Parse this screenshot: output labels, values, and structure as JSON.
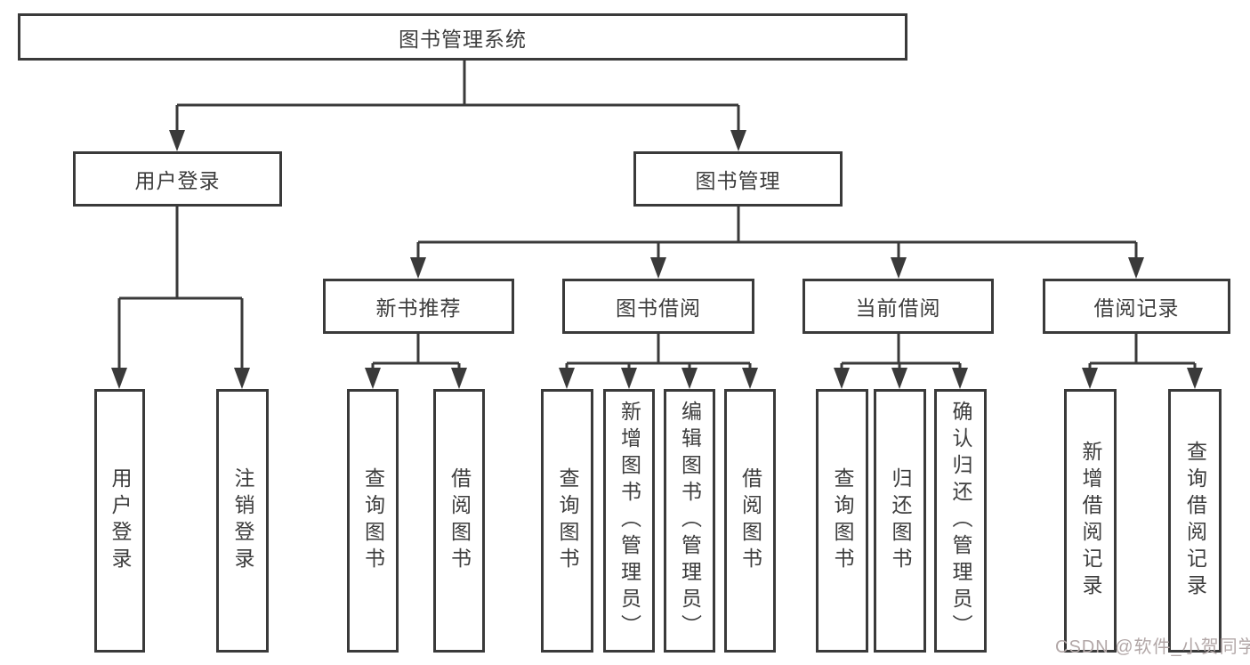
{
  "tree": {
    "label": "图书管理系统",
    "children": [
      {
        "label": "用户登录",
        "children": [
          {
            "label": "用户登录"
          },
          {
            "label": "注销登录"
          }
        ]
      },
      {
        "label": "图书管理",
        "children": [
          {
            "label": "新书推荐",
            "children": [
              {
                "label": "查询图书"
              },
              {
                "label": "借阅图书"
              }
            ]
          },
          {
            "label": "图书借阅",
            "children": [
              {
                "label": "查询图书"
              },
              {
                "label": "新增图书（管理员）"
              },
              {
                "label": "编辑图书（管理员）"
              },
              {
                "label": "借阅图书"
              }
            ]
          },
          {
            "label": "当前借阅",
            "children": [
              {
                "label": "查询图书"
              },
              {
                "label": "归还图书"
              },
              {
                "label": "确认归还（管理员）"
              }
            ]
          },
          {
            "label": "借阅记录",
            "children": [
              {
                "label": "新增借阅记录"
              },
              {
                "label": "查询借阅记录"
              }
            ]
          }
        ]
      }
    ]
  },
  "watermark": {
    "text": "CSDN @软件_小贺同学"
  },
  "colors": {
    "line": "#3a3a3a",
    "text": "#3d3d3d",
    "watermark": "#b2a7a7",
    "background": "#ffffff"
  }
}
